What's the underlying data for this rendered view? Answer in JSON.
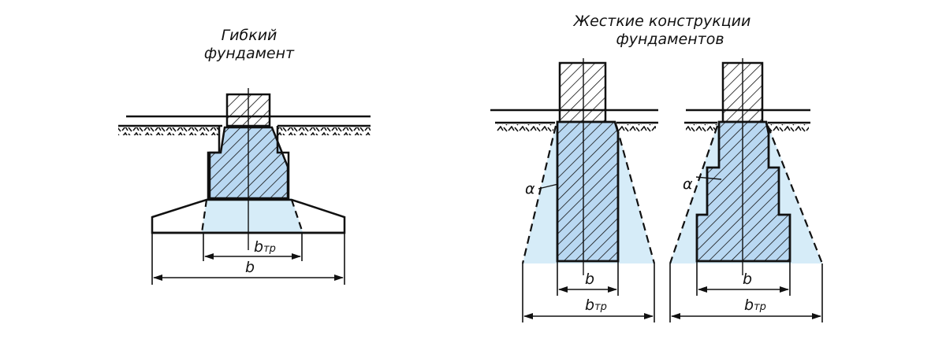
{
  "flexible": {
    "title_line1": "Гибкий",
    "title_line2": "фундамент",
    "dim_btr_main": "b",
    "dim_btr_sub": "тр",
    "dim_b": "b"
  },
  "rigid": {
    "title_line1": "Жесткие конструкции",
    "title_line2": "фундаментов",
    "angle_label": "α",
    "dim_b": "b",
    "dim_btr_main": "b",
    "dim_btr_sub": "тр"
  },
  "colors": {
    "stress_zone_fill": "#d6ecf8",
    "hatched_body_fill": "#b9d8f2",
    "line": "#111111"
  }
}
